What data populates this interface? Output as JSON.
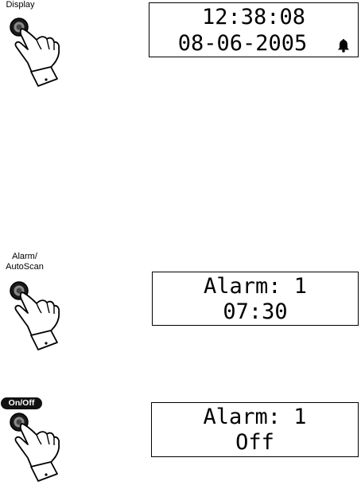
{
  "step1": {
    "button_label": "Display",
    "icon": "hand-pressing-button-icon",
    "lcd_line1": "12:38:08",
    "lcd_line2": "08-06-2005",
    "lcd_indicator_icon": "bell-icon"
  },
  "step2": {
    "button_label_line1": "Alarm/",
    "button_label_line2": "AutoScan",
    "icon": "hand-pressing-button-icon",
    "lcd_line1": "Alarm: 1",
    "lcd_line2": "07:30"
  },
  "step3": {
    "button_label": "On/Off",
    "icon": "hand-pressing-button-icon",
    "lcd_line1": "Alarm: 1",
    "lcd_line2": "Off"
  }
}
